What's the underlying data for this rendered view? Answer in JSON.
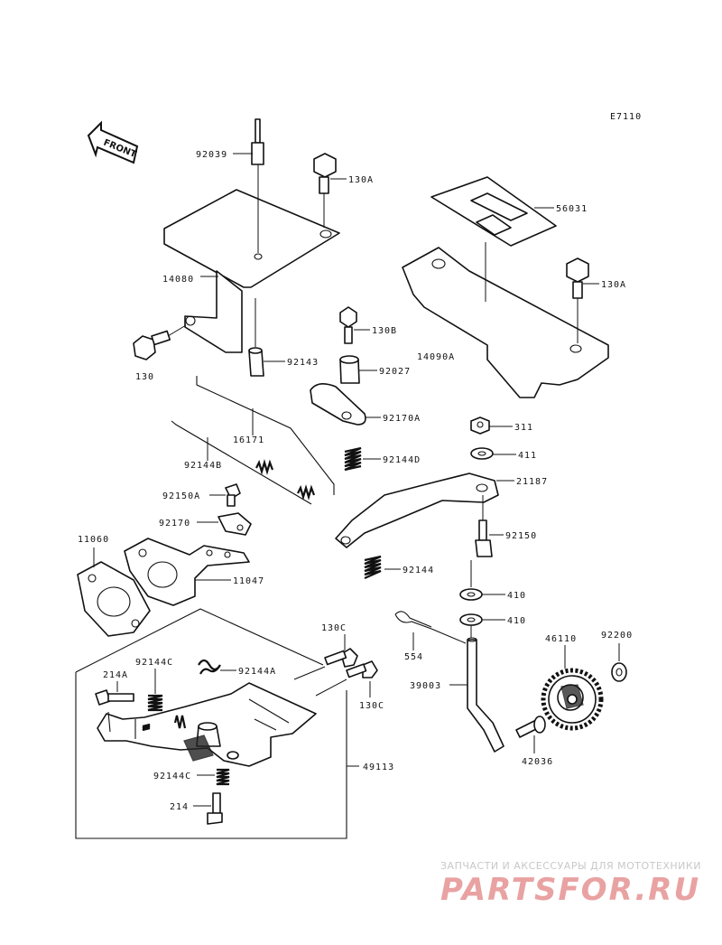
{
  "diagram_code": "E7110",
  "front_label": "FRONT",
  "watermark": {
    "tagline": "ЗАПЧАСТИ И АКСЕССУАРЫ ДЛЯ МОТОТЕХНИКИ",
    "brand": "PARTSFOR.RU"
  },
  "labels": {
    "p92039": "92039",
    "p130a_1": "130A",
    "p56031": "56031",
    "p14080": "14080",
    "p130a_2": "130A",
    "p130b": "130B",
    "p14090a": "14090A",
    "p130": "130",
    "p92143": "92143",
    "p92027": "92027",
    "p92170a": "92170A",
    "p16171": "16171",
    "p311": "311",
    "p411": "411",
    "p92144d": "92144D",
    "p92144b": "92144B",
    "p21187": "21187",
    "p92150a": "92150A",
    "p92170": "92170",
    "p92150": "92150",
    "p11060": "11060",
    "p92144": "92144",
    "p11047": "11047",
    "p410_1": "410",
    "p410_2": "410",
    "p130c_1": "130C",
    "p554": "554",
    "p46110": "46110",
    "p92200": "92200",
    "p214a": "214A",
    "p92144c_1": "92144C",
    "p92144a": "92144A",
    "p39003": "39003",
    "p130c_2": "130C",
    "p42036": "42036",
    "p49113": "49113",
    "p92144c_2": "92144C",
    "p214": "214"
  }
}
